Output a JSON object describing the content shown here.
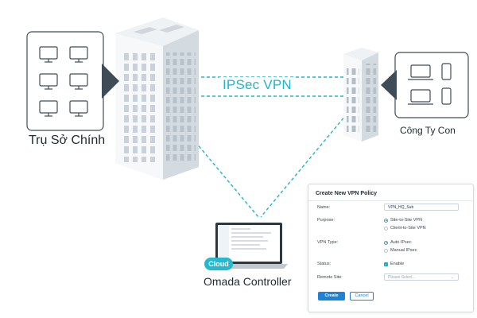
{
  "labels": {
    "headquarters": "Trụ Sở Chính",
    "subsidiary": "Công Ty Con",
    "vpn": "IPSec VPN",
    "controller": "Omada Controller",
    "cloud_badge": "Cloud"
  },
  "policy_form": {
    "title": "Create New VPN Policy",
    "name_label": "Name:",
    "name_value": "VPN_HQ_Sub",
    "purpose_label": "Purpose:",
    "purpose_options": [
      "Site-to-Site VPN",
      "Client-to-Site VPN"
    ],
    "purpose_selected": "Site-to-Site VPN",
    "vpn_type_label": "VPN Type:",
    "vpn_type_options": [
      "Auto IPsec",
      "Manual IPsec"
    ],
    "vpn_type_selected": "Auto IPsec",
    "status_label": "Status:",
    "status_value": "Enable",
    "remote_site_label": "Remote Site:",
    "remote_site_placeholder": "Please Select...",
    "create_button": "Create",
    "cancel_button": "Cancel"
  },
  "colors": {
    "accent": "#1fb5c9",
    "panel_border": "#3e4c57",
    "building_light": "#f4f6f8",
    "building_shade": "#d6dde3",
    "primary_button": "#1f82d7"
  },
  "icons": {
    "hq_devices": [
      "desktop-icon",
      "desktop-icon",
      "desktop-icon",
      "desktop-icon",
      "desktop-icon",
      "desktop-icon"
    ],
    "subsidiary_devices": [
      "laptop-icon",
      "phone-icon",
      "laptop-icon",
      "phone-icon"
    ]
  }
}
